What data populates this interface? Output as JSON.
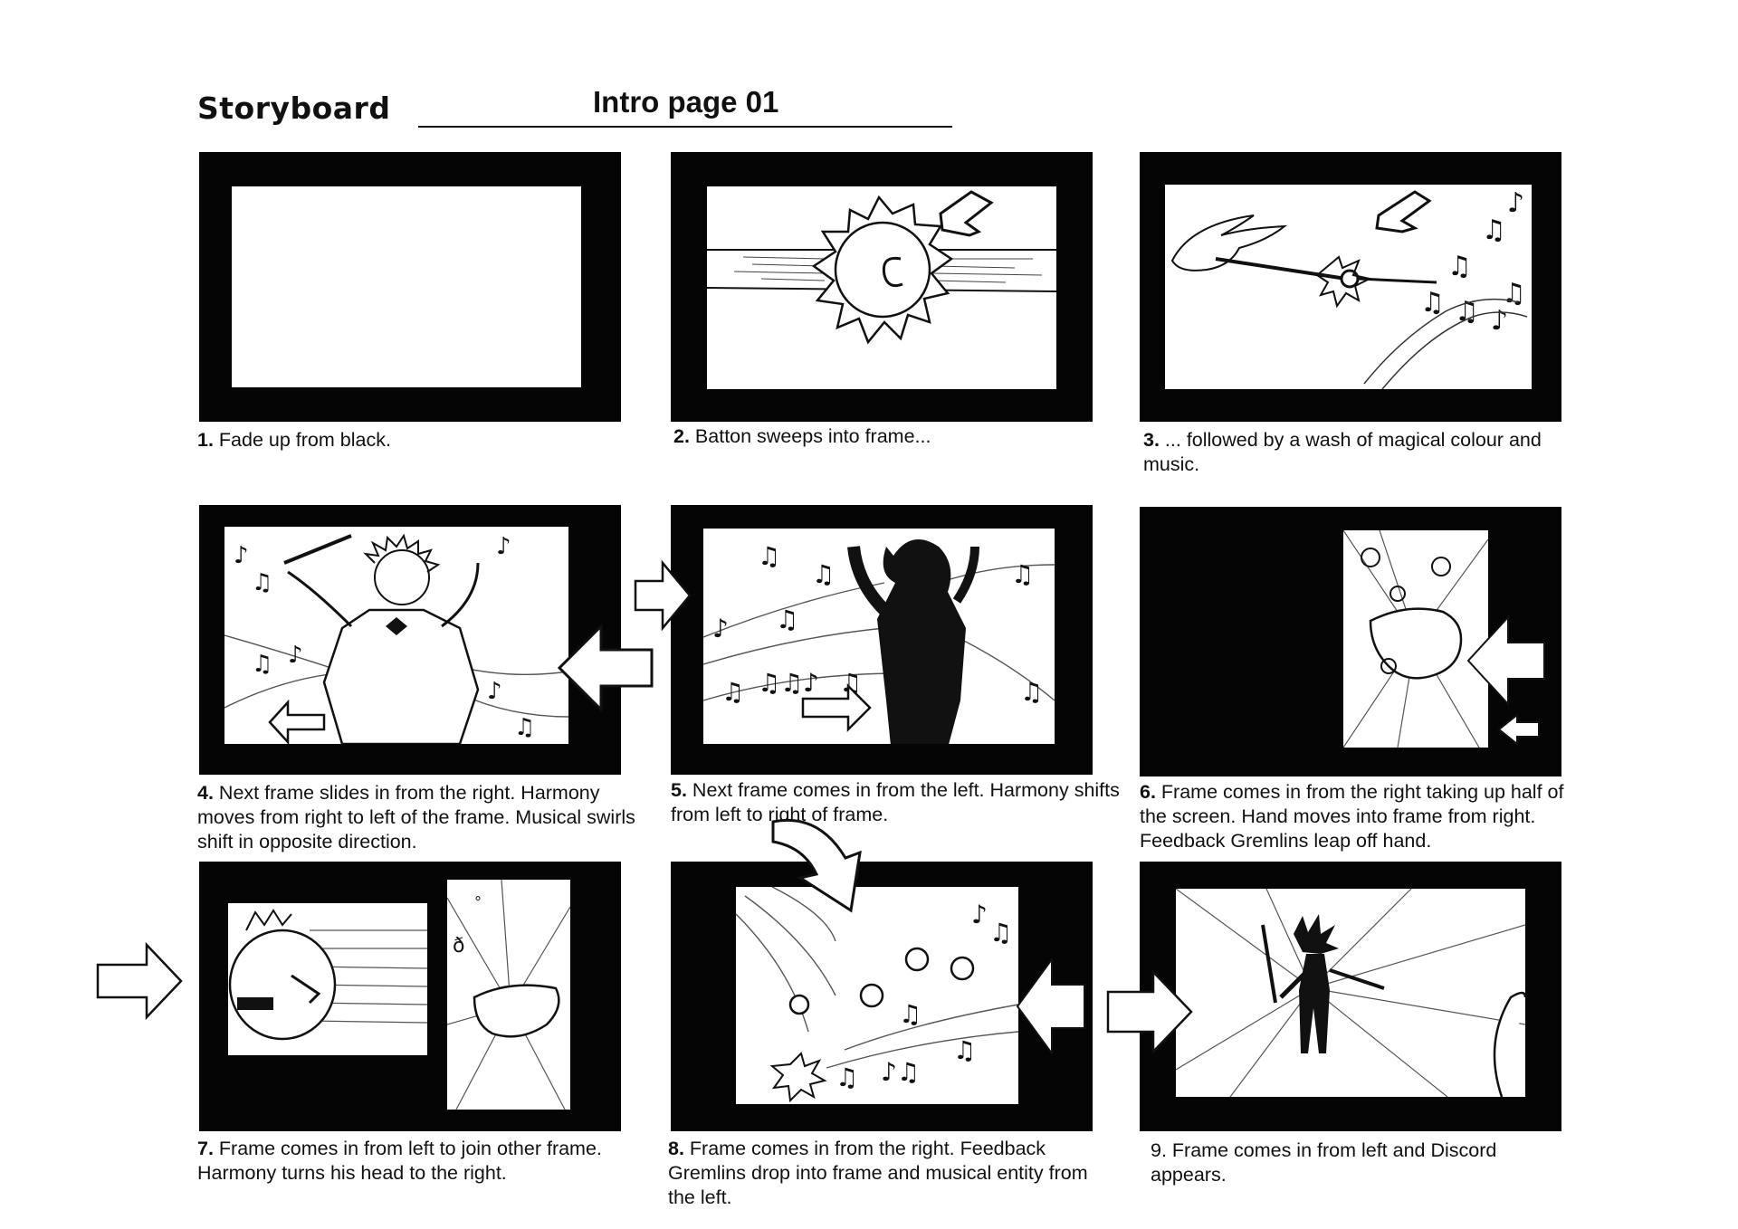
{
  "header": {
    "brand": "Storyboard",
    "page_title": "Intro page 01"
  },
  "panels": [
    {
      "number": "1.",
      "caption": "Fade up from black.",
      "scene": "blank-white-panel"
    },
    {
      "number": "2.",
      "caption": "Batton sweeps into frame...",
      "scene": "baton-burst"
    },
    {
      "number": "3.",
      "caption": "... followed by a wash of magical colour and music.",
      "scene": "hand-baton-music-notes"
    },
    {
      "number": "4.",
      "caption": "Next frame slides in from the right. Harmony moves from right to left of the frame. Musical swirls shift in opposite direction.",
      "scene": "harmony-conducting"
    },
    {
      "number": "5.",
      "caption": "Next frame comes in from the left. Harmony shifts from left to right of frame.",
      "scene": "harmony-silhouette"
    },
    {
      "number": "6.",
      "caption": "Frame comes in from the right taking up half of the screen. Hand moves into frame from right. Feedback Gremlins leap off hand.",
      "scene": "half-frame-hand-gremlins"
    },
    {
      "number": "7.",
      "caption": "Frame comes in from left to join other frame. Harmony turns his head to the right.",
      "scene": "split-head-and-hand"
    },
    {
      "number": "8.",
      "caption": "Frame comes in from the right. Feedback Gremlins drop into frame and musical entity from the left.",
      "scene": "gremlins-drop-notes"
    },
    {
      "number": "",
      "caption": "9. Frame comes in from left and Discord appears.",
      "scene": "discord-appears"
    }
  ]
}
